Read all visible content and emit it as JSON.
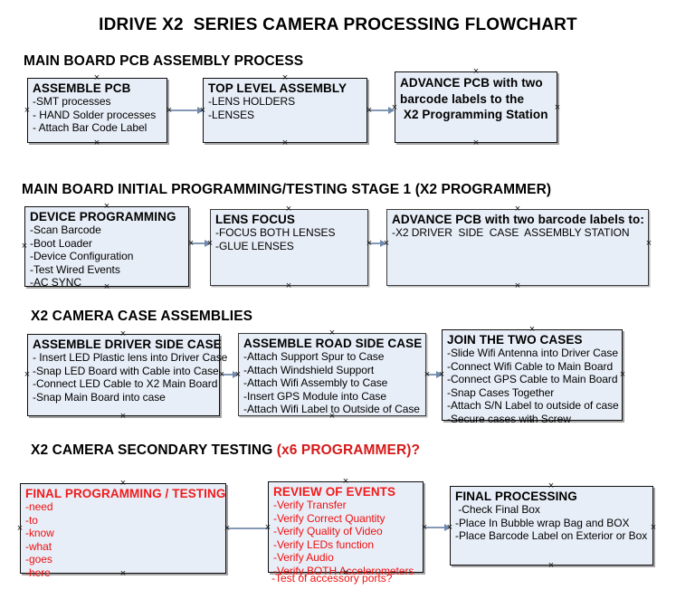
{
  "title": "IDRIVE X2  SERIES CAMERA PROCESSING FLOWCHART",
  "sections": [
    {
      "id": "sec1",
      "label": "MAIN BOARD PCB ASSEMBLY PROCESS",
      "accent": ""
    },
    {
      "id": "sec2",
      "label": "MAIN BOARD INITIAL PROGRAMMING/TESTING STAGE 1 (X2 PROGRAMMER)",
      "accent": ""
    },
    {
      "id": "sec3",
      "label": "X2 CAMERA CASE ASSEMBLIES",
      "accent": ""
    },
    {
      "id": "sec4",
      "label": "X2 CAMERA SECONDARY TESTING ",
      "accent": "(x6 PROGRAMMER)?"
    }
  ],
  "colors": {
    "box_fill": "#e8eef7",
    "box_border": "#0d0d0d",
    "connector": "#8399b5",
    "accent_red": "#ee1111",
    "text": "#000000"
  },
  "nodes": [
    {
      "id": "assemble-pcb",
      "title": "ASSEMBLE PCB",
      "items": [
        "-SMT processes",
        "- HAND Solder processes",
        "- Attach Bar Code Label"
      ],
      "red": false
    },
    {
      "id": "top-level-assembly",
      "title": "TOP LEVEL ASSEMBLY",
      "items": [
        "-LENS HOLDERS",
        "-LENSES"
      ],
      "red": false
    },
    {
      "id": "advance-pcb-programming-station",
      "title": "ADVANCE PCB with two\nbarcode labels to the\n X2 Programming Station",
      "items": [],
      "red": false
    },
    {
      "id": "device-programming",
      "title": "DEVICE PROGRAMMING",
      "items": [
        "-Scan Barcode",
        "-Boot Loader",
        "-Device Configuration",
        "-Test Wired Events",
        "-AC SYNC"
      ],
      "red": false
    },
    {
      "id": "lens-focus",
      "title": "LENS FOCUS",
      "items": [
        "-FOCUS BOTH LENSES",
        "-GLUE LENSES"
      ],
      "red": false
    },
    {
      "id": "advance-pcb-driver-side",
      "title": "ADVANCE PCB with two barcode labels to:",
      "items": [
        "-X2 DRIVER  SIDE  CASE  ASSEMBLY STATION"
      ],
      "red": false
    },
    {
      "id": "assemble-driver-side-case",
      "title": "ASSEMBLE DRIVER SIDE CASE",
      "items": [
        "- Insert LED Plastic lens into Driver Case",
        "-Snap LED Board with Cable into Case",
        "-Connect LED Cable to X2 Main Board",
        "-Snap Main Board into case"
      ],
      "red": false
    },
    {
      "id": "assemble-road-side-case",
      "title": "ASSEMBLE ROAD SIDE CASE",
      "items": [
        "-Attach Support Spur to Case",
        "-Attach Windshield Support",
        "-Attach Wifi Assembly to Case",
        "-Insert GPS Module into Case",
        "-Attach Wifi Label to Outside of Case"
      ],
      "red": false
    },
    {
      "id": "join-the-two-cases",
      "title": "JOIN THE TWO CASES",
      "items": [
        "-Slide Wifi Antenna into Driver Case",
        "-Connect Wifi Cable to Main Board",
        "-Connect GPS Cable to Main Board",
        "-Snap Cases Together",
        "-Attach S/N Label to outside of case",
        "-Secure cases with Screw"
      ],
      "red": false
    },
    {
      "id": "final-programming-testing",
      "title": "FINAL PROGRAMMING / TESTING",
      "items": [
        "-need",
        "-to",
        "-know",
        "-what",
        "-goes",
        "-here"
      ],
      "red": true
    },
    {
      "id": "review-of-events",
      "title": "REVIEW OF EVENTS",
      "items": [
        "-Verify Transfer",
        "-Verify Correct Quantity",
        "-Verify Quality of Video",
        "-Verify LEDs function",
        "-Verify Audio",
        "-Verify BOTH Accelerometers"
      ],
      "overflow_item": "-Test of accessory ports?",
      "red": true
    },
    {
      "id": "final-processing",
      "title": "FINAL PROCESSING",
      "items": [
        " -Check Final Box",
        "-Place In Bubble wrap Bag and BOX",
        "-Place Barcode Label on Exterior or Box"
      ],
      "red": false
    }
  ]
}
